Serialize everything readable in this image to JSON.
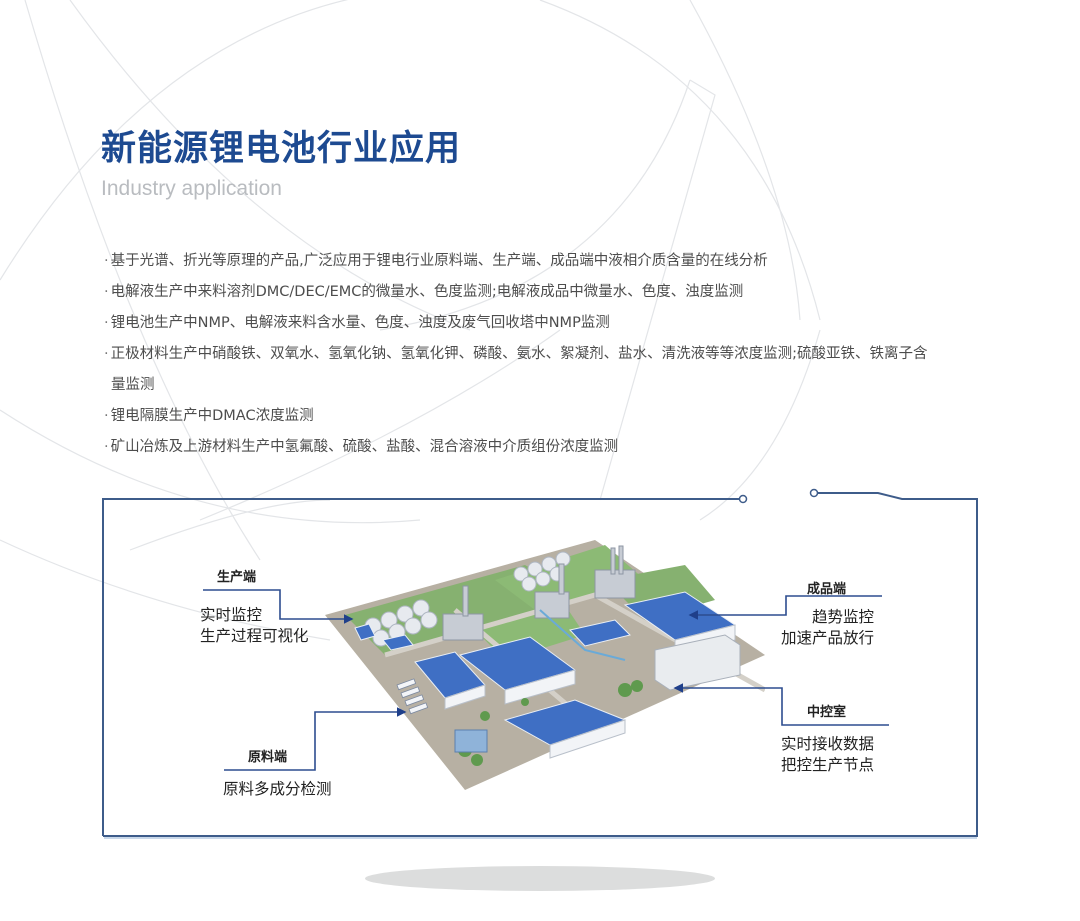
{
  "header": {
    "title": "新能源锂电池行业应用",
    "subtitle": "Industry application"
  },
  "bullets": [
    "基于光谱、折光等原理的产品,广泛应用于锂电行业原料端、生产端、成品端中液相介质含量的在线分析",
    "电解液生产中来料溶剂DMC/DEC/EMC的微量水、色度监测;电解液成品中微量水、色度、浊度监测",
    "锂电池生产中NMP、电解液来料含水量、色度、浊度及废气回收塔中NMP监测",
    "正极材料生产中硝酸铁、双氧水、氢氧化钠、氢氧化钾、磷酸、氨水、絮凝剂、盐水、清洗液等等浓度监测;硫酸亚铁、铁离子含",
    "锂电隔膜生产中DMAC浓度监测",
    "矿山冶炼及上游材料生产中氢氟酸、硫酸、盐酸、混合溶液中介质组份浓度监测"
  ],
  "bullet_continuation": "量监测",
  "bullet_marker": "·",
  "diagram": {
    "image_label": "factory-aerial-illustration",
    "callouts": {
      "production": {
        "heading": "生产端",
        "lines": [
          "实时监控",
          "生产过程可视化"
        ]
      },
      "finished": {
        "heading": "成品端",
        "lines": [
          "趋势监控",
          "加速产品放行"
        ]
      },
      "control_room": {
        "heading": "中控室",
        "lines": [
          "实时接收数据",
          "把控生产节点"
        ]
      },
      "raw_material": {
        "heading": "原料端",
        "lines": [
          "原料多成分检测"
        ]
      }
    }
  },
  "colors": {
    "title": "#1d4a91",
    "frame": "#3e5c8a",
    "connector": "#2d4d8f",
    "roof_blue": "#3f6fc4",
    "grass": "#7fae6a",
    "body_text": "#4d4d4d",
    "subtitle": "#b9bcc0"
  }
}
